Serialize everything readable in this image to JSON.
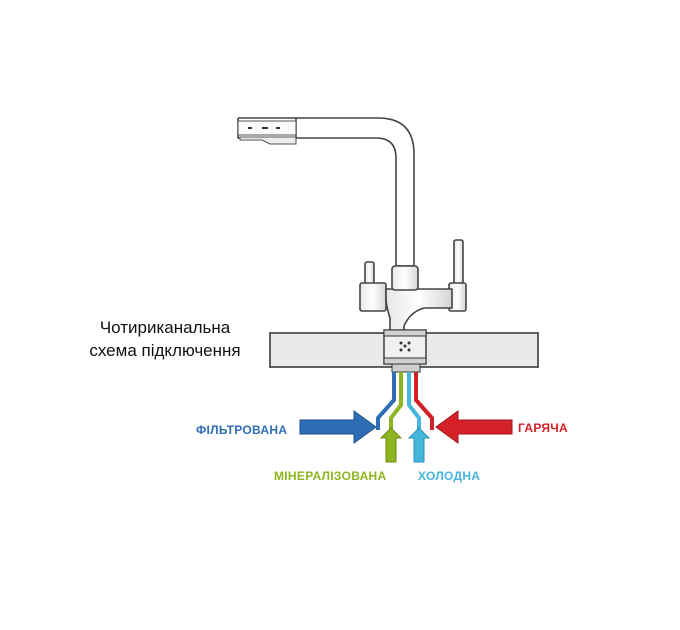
{
  "title": {
    "line1": "Чотириканальна",
    "line2": "схема підключення"
  },
  "lines": {
    "filtered": {
      "label": "ФІЛЬТРОВАНА",
      "color": "#2f6db5"
    },
    "hot": {
      "label": "ГАРЯЧА",
      "color": "#d42027"
    },
    "mineralized": {
      "label": "МІНЕРАЛІЗОВАНА",
      "color": "#8db51f"
    },
    "cold": {
      "label": "ХОЛОДНА",
      "color": "#45b6dc"
    }
  }
}
